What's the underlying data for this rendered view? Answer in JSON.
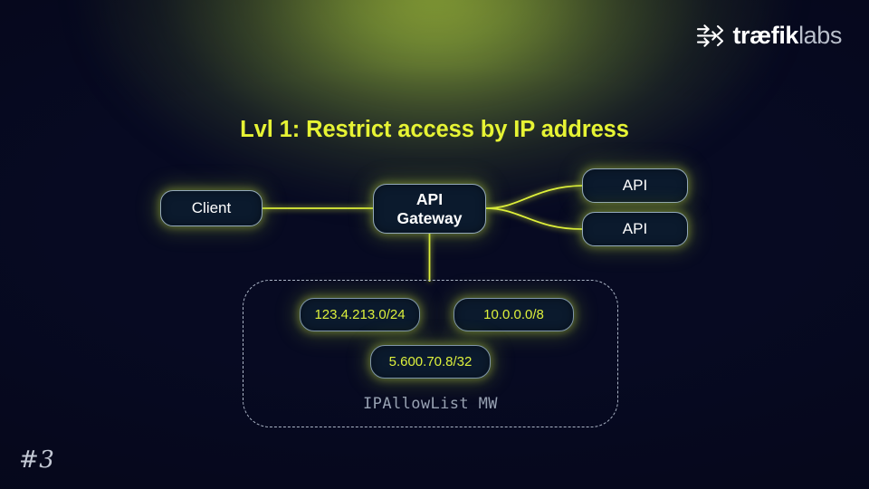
{
  "slide": {
    "title": "Lvl 1: Restrict access by IP address",
    "number": "#3",
    "accent_color": "#e6f334",
    "background_color": "#05071e",
    "glow_color": "#a7c43c",
    "node_fill": "#0b1a2d",
    "node_border": "#93a8ba"
  },
  "logo": {
    "icon": "traefik-logo-icon",
    "brand": "træfik",
    "suffix": "labs"
  },
  "diagram": {
    "nodes": {
      "client": "Client",
      "gateway_line1": "API",
      "gateway_line2": "Gateway",
      "api1": "API",
      "api2": "API"
    },
    "middleware": {
      "label": "IPAllowList MW",
      "rules": [
        "123.4.213.0/24",
        "10.0.0.0/8",
        "5.600.70.8/32"
      ]
    }
  }
}
